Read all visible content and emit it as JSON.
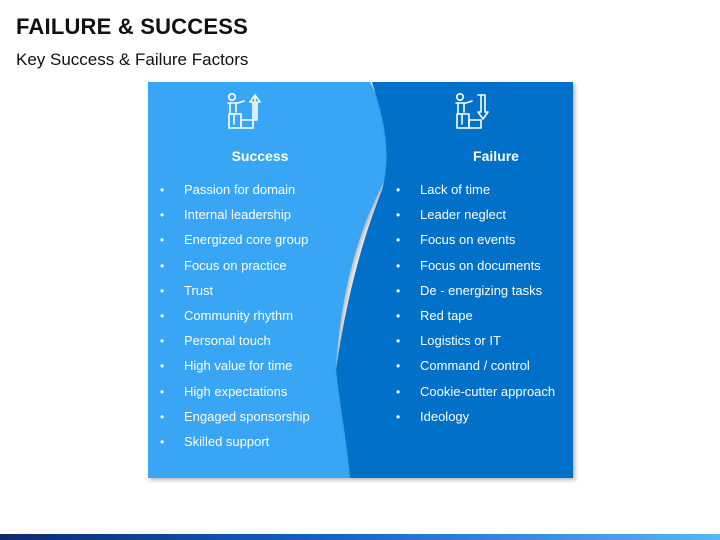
{
  "page": {
    "title": "FAILURE & SUCCESS",
    "subtitle": "Key Success & Failure Factors"
  },
  "colors": {
    "success_panel": "#39a6f5",
    "failure_panel": "#0270c9",
    "text": "#ffffff",
    "bottom_bar": [
      "#0b2a6b",
      "#1561c4",
      "#5cb4f0"
    ]
  },
  "success": {
    "icon": "person-step-up-arrow-icon",
    "heading": "Success",
    "items": [
      "Passion for domain",
      "Internal leadership",
      "Energized core group",
      "Focus on practice",
      "Trust",
      "Community rhythm",
      "Personal touch",
      "High value for time",
      "High expectations",
      "Engaged sponsorship",
      "Skilled support"
    ]
  },
  "failure": {
    "icon": "person-step-down-arrow-icon",
    "heading": "Failure",
    "items": [
      "Lack of time",
      "Leader neglect",
      "Focus on events",
      "Focus on documents",
      "De - energizing tasks",
      "Red tape",
      "Logistics or IT",
      "Command / control",
      "Cookie-cutter approach",
      "Ideology"
    ]
  }
}
